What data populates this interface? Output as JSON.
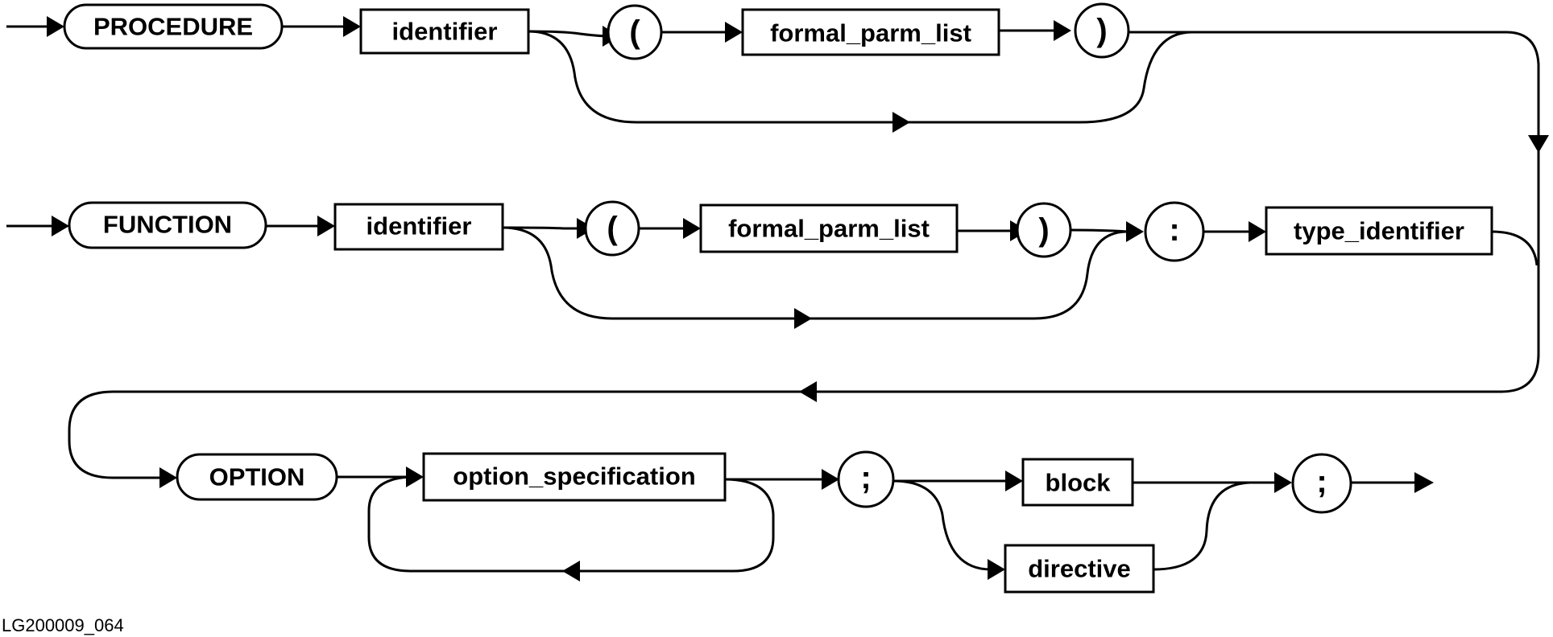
{
  "procedure": {
    "keyword": "PROCEDURE",
    "identifier": "identifier",
    "open_paren": "(",
    "params": "formal_parm_list",
    "close_paren": ")"
  },
  "function": {
    "keyword": "FUNCTION",
    "identifier": "identifier",
    "open_paren": "(",
    "params": "formal_parm_list",
    "close_paren": ")",
    "colon": ":",
    "return_type": "type_identifier"
  },
  "tail": {
    "keyword": "OPTION",
    "option_spec": "option_specification",
    "semicolon_1": ";",
    "block": "block",
    "directive": "directive",
    "semicolon_2": ";"
  },
  "figure_id": "LG200009_064"
}
